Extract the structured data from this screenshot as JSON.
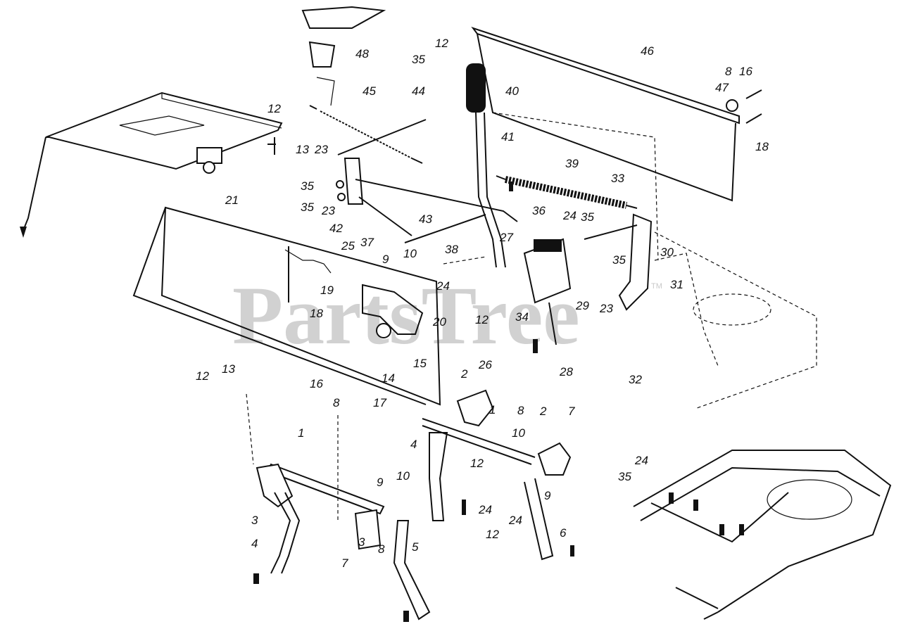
{
  "watermark": {
    "text": "PartsTree",
    "mark": "TM"
  },
  "callouts": [
    "1",
    "2",
    "3",
    "4",
    "5",
    "6",
    "7",
    "8",
    "9",
    "10",
    "12",
    "13",
    "14",
    "15",
    "16",
    "17",
    "18",
    "19",
    "20",
    "21",
    "23",
    "24",
    "25",
    "26",
    "27",
    "28",
    "29",
    "30",
    "31",
    "32",
    "33",
    "34",
    "35",
    "36",
    "37",
    "38",
    "39",
    "40",
    "41",
    "42",
    "43",
    "44",
    "45",
    "46",
    "47",
    "48"
  ]
}
